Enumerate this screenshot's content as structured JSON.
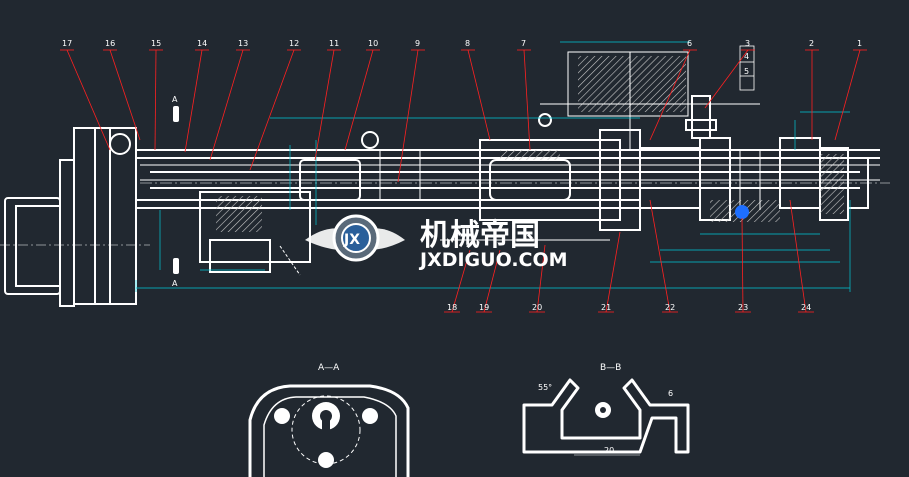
{
  "drawing": {
    "balloons_top": [
      "17",
      "16",
      "15",
      "14",
      "13",
      "12",
      "11",
      "10",
      "9",
      "8",
      "7",
      "6",
      "3",
      "2",
      "1"
    ],
    "balloons_bottom": [
      "18",
      "19",
      "20",
      "21",
      "22",
      "23",
      "24"
    ],
    "side_stack": [
      "3",
      "4",
      "5"
    ],
    "section_marks": [
      "A",
      "A"
    ],
    "views": {
      "section_aa": "A—A",
      "section_bb": "B—B"
    },
    "dims": {
      "bb_width": "20",
      "bb_angle": "55°",
      "bb_height": "6"
    }
  },
  "watermark": {
    "cn": "机械帝国",
    "en": "JXDIGUO.COM",
    "logo_text": "JX"
  },
  "colors": {
    "background": "#212830",
    "outline": "#ffffff",
    "leader": "#ff2020",
    "dimension": "#00c8d8",
    "marker": "#1e6fff",
    "hatch": "#c8c8c8"
  }
}
